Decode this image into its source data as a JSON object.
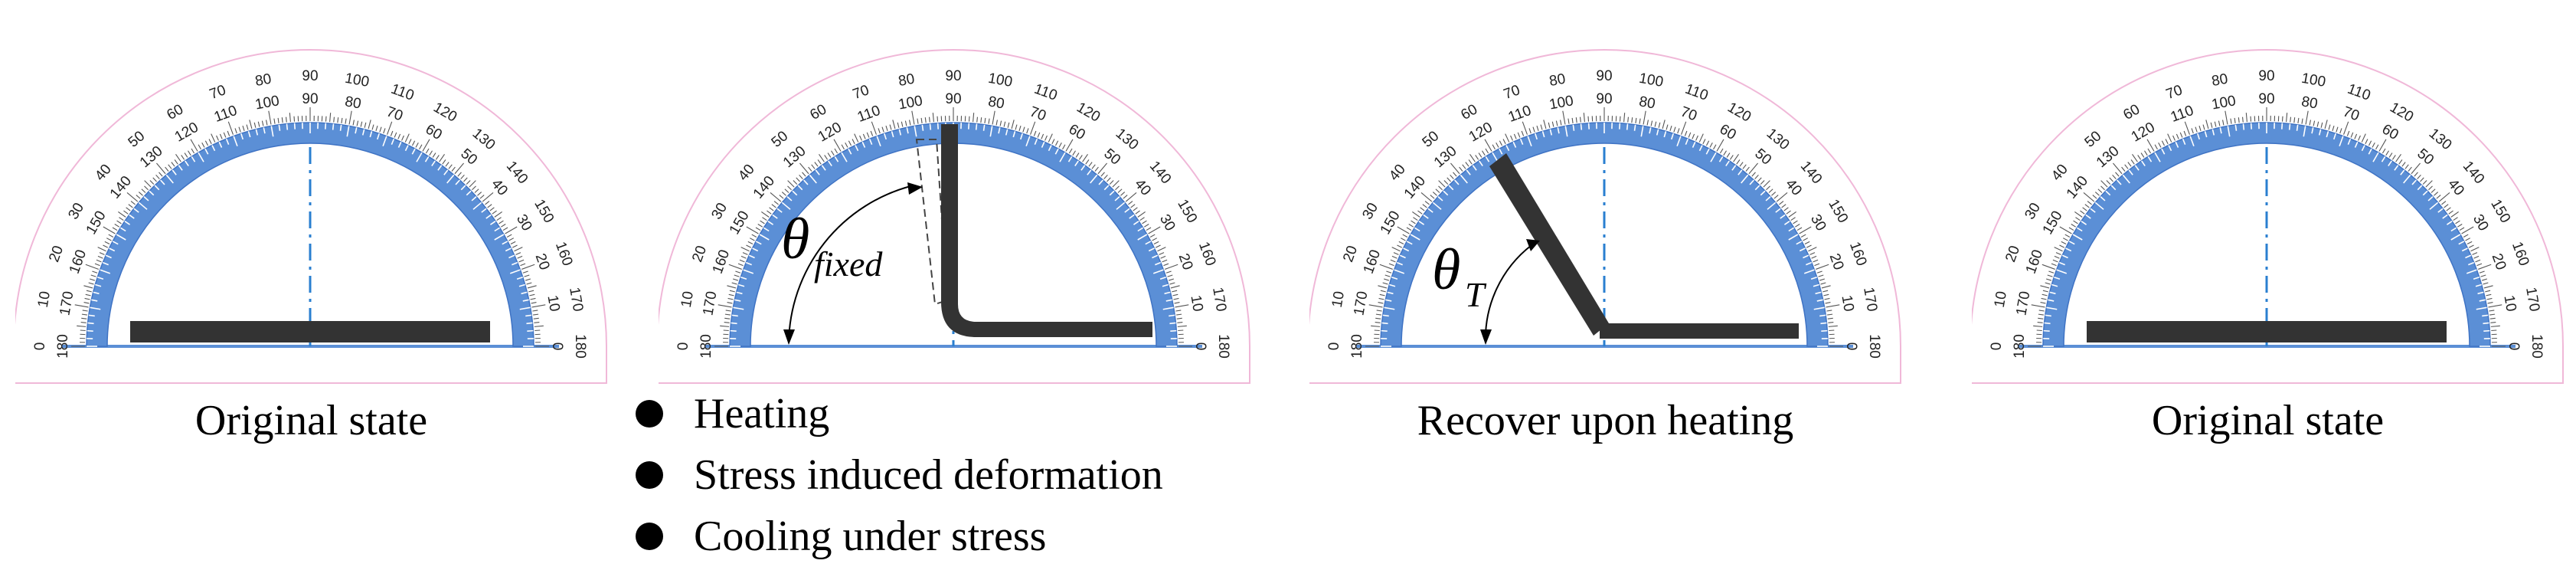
{
  "panels": [
    {
      "id": "original-1",
      "caption": "Original state",
      "state": "flat"
    },
    {
      "id": "deformed",
      "caption": "",
      "state": "bent-90",
      "angle_symbol": "θ",
      "angle_subscript": "fixed"
    },
    {
      "id": "recovering",
      "caption": "Recover upon heating",
      "state": "bent-partial",
      "angle_symbol": "θ",
      "angle_subscript": "T"
    },
    {
      "id": "original-2",
      "caption": "Original state",
      "state": "flat"
    }
  ],
  "steps": [
    "Heating",
    "Stress induced deformation",
    "Cooling under stress"
  ],
  "protractor": {
    "outer_scale": [
      "0",
      "10",
      "20",
      "30",
      "40",
      "50",
      "60",
      "70",
      "80",
      "90",
      "100",
      "110",
      "120",
      "130",
      "140",
      "150",
      "160",
      "170",
      "180"
    ],
    "inner_scale": [
      "180",
      "170",
      "160",
      "150",
      "140",
      "130",
      "120",
      "110",
      "100",
      "90",
      "80",
      "70",
      "60",
      "50",
      "40",
      "30",
      "20",
      "10",
      "0"
    ]
  },
  "colors": {
    "band": "#5b8fd6",
    "band_dark": "#3f73c4",
    "frame": "#f0b8d8",
    "sample": "#333333",
    "center_line": "#2a7fd0"
  }
}
